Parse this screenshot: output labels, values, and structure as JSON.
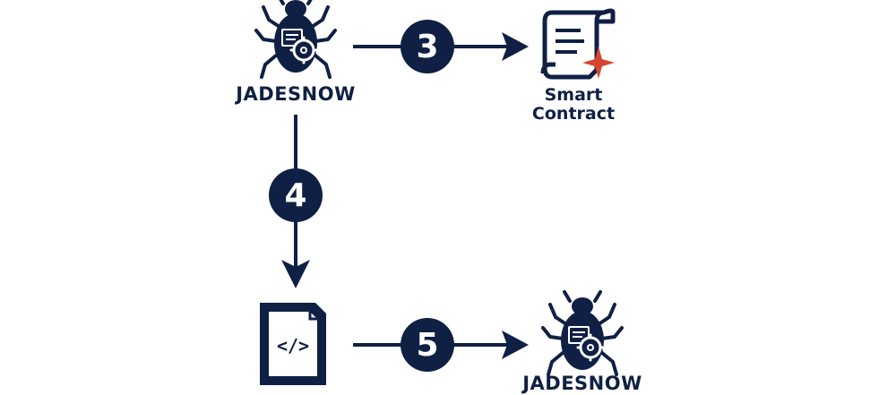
{
  "colors": {
    "primary": "#0f2044",
    "accent": "#d6452d",
    "background": "#ffffff"
  },
  "nodes": {
    "attacker_top": {
      "label": "JADESNOW",
      "icon": "bug-icon"
    },
    "smart_contract": {
      "label_line1": "Smart",
      "label_line2": "Contract",
      "icon": "scroll-contract-icon"
    },
    "code_file": {
      "icon": "code-file-icon"
    },
    "attacker_bottom": {
      "label": "JADESNOW",
      "icon": "bug-icon"
    }
  },
  "steps": {
    "step3": "3",
    "step4": "4",
    "step5": "5"
  }
}
